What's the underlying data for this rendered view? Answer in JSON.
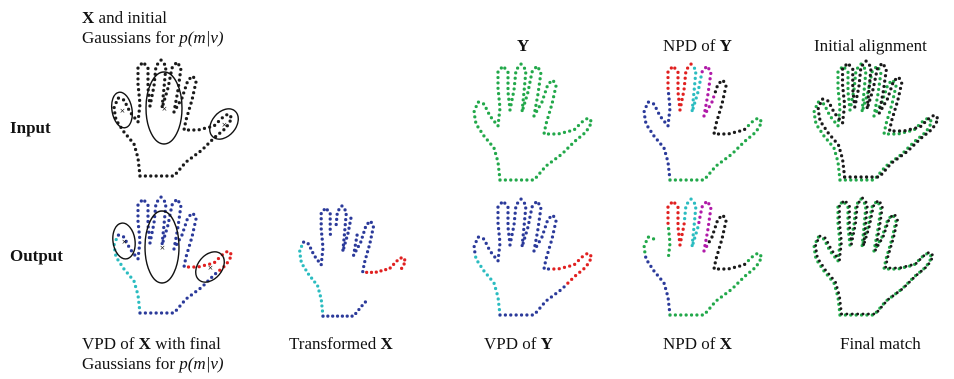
{
  "labels": {
    "top_left_line1_bold": "X",
    "top_left_line1_rest": " and initial",
    "top_left_line2": "Gaussians for ",
    "top_left_line2_ital": "p(m|v)",
    "top_y": "Y",
    "top_npd_prefix": "NPD of ",
    "top_npd_y": "Y",
    "top_initial": "Initial alignment",
    "row_input": "Input",
    "row_output": "Output",
    "bottom_vpd_prefix": "VPD of ",
    "bottom_vpd_x": "X",
    "bottom_vpd_rest": " with final",
    "bottom_gaussians": "Gaussians for ",
    "bottom_gaussians_ital": "p(m|v)",
    "bottom_transformed": "Transformed ",
    "bottom_transformed_x": "X",
    "bottom_vpd_y_prefix": "VPD of ",
    "bottom_vpd_y": "Y",
    "bottom_npd_x_prefix": "NPD of ",
    "bottom_npd_x": "X",
    "bottom_final": "Final match"
  },
  "colors": {
    "black": "#1a1a1a",
    "green": "#22a84a",
    "blue": "#2b3a9a",
    "cyan": "#2bbcc0",
    "red": "#e02020",
    "magenta": "#b01aa8"
  }
}
